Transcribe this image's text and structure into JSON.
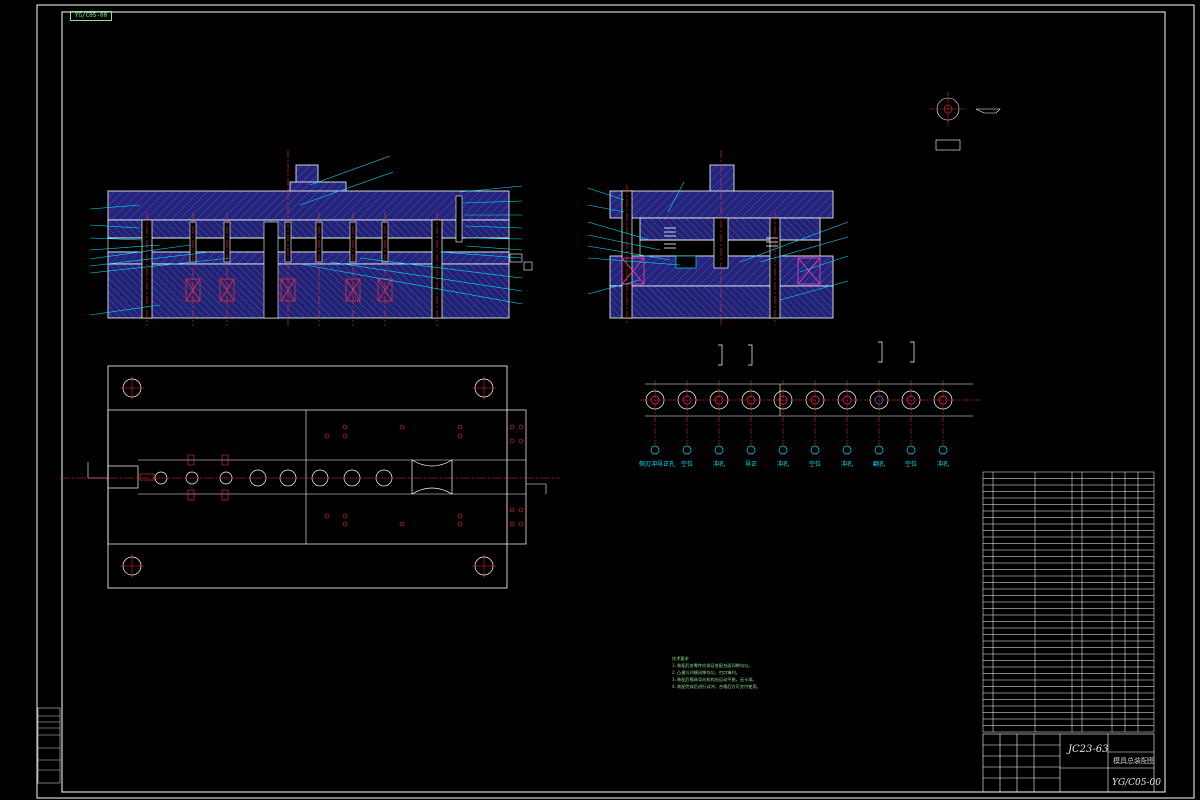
{
  "colors": {
    "background": "#000000",
    "outline": "#ffffff",
    "plate": "#2a2a8a",
    "hatch": "#4646b4",
    "centerline": "#ff2b2b",
    "leader": "#00e0ff",
    "text": "#8fe08f"
  },
  "stamp": {
    "code": "YG/C05-00"
  },
  "title_block": {
    "material_code": "JC23-63",
    "drawing_number": "YG/C05-00",
    "drawing_name": "模具总装配图"
  },
  "strip_layout": {
    "stations": [
      "侧刃冲导正孔",
      "空位",
      "冲孔",
      "导正",
      "冲孔",
      "空位",
      "冲孔",
      "翻孔",
      "空位",
      "冲孔"
    ]
  },
  "notes": {
    "title": "技术要求",
    "lines": [
      "1.装配后各零件应保证各配合面间隙均匀。",
      "2.凸模与凹模间隙均匀，刃口锋利。",
      "3.装配后模具导向机构应运动平稳，无卡滞。",
      "4.装配完成后进行试冲，合格后方可交付使用。"
    ]
  }
}
